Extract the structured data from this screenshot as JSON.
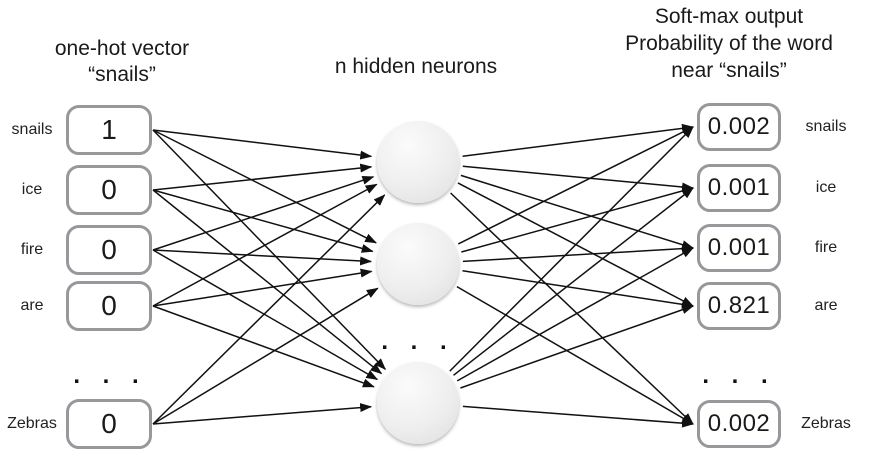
{
  "colors": {
    "box_border": "#97979c",
    "arrow": "#111111",
    "neuron_fill_light": "#fbfbfb",
    "neuron_fill_dark": "#dddddd",
    "text": "#1a1a1a"
  },
  "input": {
    "title_line1": "one-hot vector",
    "title_line2": "“snails”",
    "ellipsis": ". . .",
    "nodes": [
      {
        "label": "snails",
        "value": "1"
      },
      {
        "label": "ice",
        "value": "0"
      },
      {
        "label": "fire",
        "value": "0"
      },
      {
        "label": "are",
        "value": "0"
      },
      {
        "label": "Zebras",
        "value": "0"
      }
    ]
  },
  "hidden": {
    "title": "n hidden neurons",
    "ellipsis": ". . ."
  },
  "output": {
    "title_line1": "Soft-max output",
    "title_line2": "Probability of the word",
    "title_line3": "near “snails”",
    "ellipsis": ". . .",
    "nodes": [
      {
        "label": "snails",
        "value": "0.002"
      },
      {
        "label": "ice",
        "value": "0.001"
      },
      {
        "label": "fire",
        "value": "0.001"
      },
      {
        "label": "are",
        "value": "0.821"
      },
      {
        "label": "Zebras",
        "value": "0.002"
      }
    ]
  }
}
